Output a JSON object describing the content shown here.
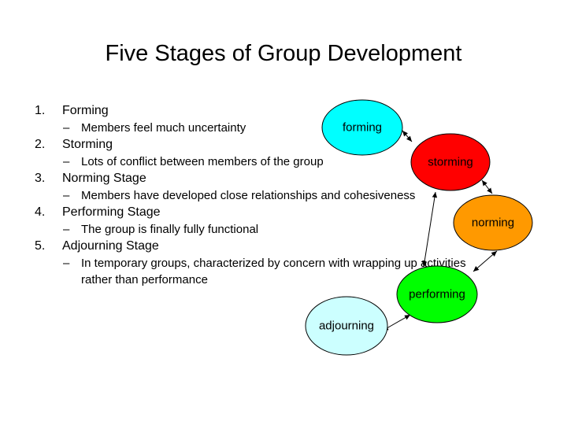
{
  "title": "Five Stages of Group Development",
  "stages": [
    {
      "number": "1.",
      "name": "Forming",
      "description": "Members feel much uncertainty"
    },
    {
      "number": "2.",
      "name": "Storming",
      "description": "Lots of conflict between members of the group"
    },
    {
      "number": "3.",
      "name": "Norming Stage",
      "description": "Members have developed close relationships and cohesiveness"
    },
    {
      "number": "4.",
      "name": "Performing Stage",
      "description": "The group is finally fully functional"
    },
    {
      "number": "5.",
      "name": "Adjourning Stage",
      "description": "In temporary groups, characterized by concern with wrapping up activities rather than performance"
    }
  ],
  "bullet_dash": "–",
  "diagram": {
    "nodes": [
      {
        "id": "forming",
        "label": "forming",
        "fill": "#00ffff"
      },
      {
        "id": "storming",
        "label": "storming",
        "fill": "#ff0000"
      },
      {
        "id": "norming",
        "label": "norming",
        "fill": "#ff9900"
      },
      {
        "id": "performing",
        "label": "performing",
        "fill": "#00ff00"
      },
      {
        "id": "adjourning",
        "label": "adjourning",
        "fill": "#ccffff"
      }
    ],
    "edges": [
      {
        "from": "forming",
        "to": "storming"
      },
      {
        "from": "storming",
        "to": "norming"
      },
      {
        "from": "norming",
        "to": "performing"
      },
      {
        "from": "performing",
        "to": "storming"
      },
      {
        "from": "performing",
        "to": "adjourning"
      }
    ],
    "stroke_color": "#000000"
  }
}
